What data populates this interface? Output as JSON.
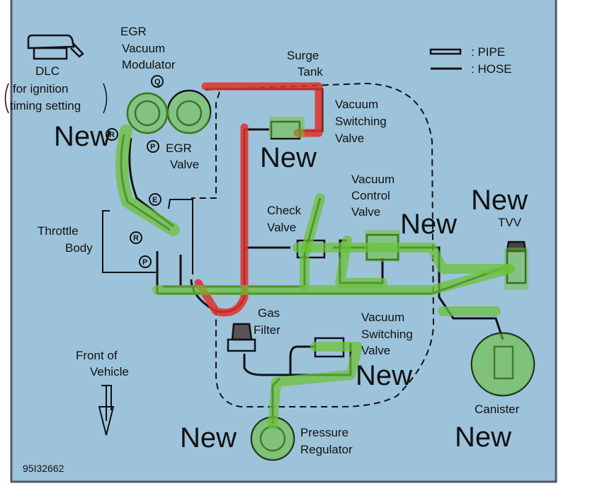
{
  "legend": {
    "pipe": ": PIPE",
    "hose": ": HOSE"
  },
  "labels": {
    "egr_vacuum_modulator": [
      "EGR",
      "Vacuum",
      "Modulator"
    ],
    "dlc": [
      "DLC",
      "for ignition",
      "timing setting"
    ],
    "surge_tank": [
      "Surge",
      "Tank"
    ],
    "vsv_top": [
      "Vacuum",
      "Switching",
      "Valve"
    ],
    "egr_valve": [
      "EGR",
      "Valve"
    ],
    "throttle_body": [
      "Throttle",
      "Body"
    ],
    "check_valve": [
      "Check",
      "Valve"
    ],
    "vacuum_control_valve": [
      "Vacuum",
      "Control",
      "Valve"
    ],
    "tvv": "TVV",
    "gas_filter": [
      "Gas",
      "Filter"
    ],
    "vsv_bottom": [
      "Vacuum",
      "Switching",
      "Valve"
    ],
    "front_of_vehicle": [
      "Front of",
      "Vehicle"
    ],
    "canister": "Canister",
    "pressure_regulator": [
      "Pressure",
      "Regulator"
    ],
    "figure_id": "95I32662"
  },
  "port_letters": {
    "q": "Q",
    "r_top": "R",
    "p_top": "P",
    "e": "E",
    "r_bottom": "R",
    "p_bottom": "P"
  },
  "annotations": {
    "new": "New"
  },
  "colors": {
    "background": "#9dc3db",
    "highlight_green": "#6cc23a",
    "highlight_red": "#e0302a"
  }
}
